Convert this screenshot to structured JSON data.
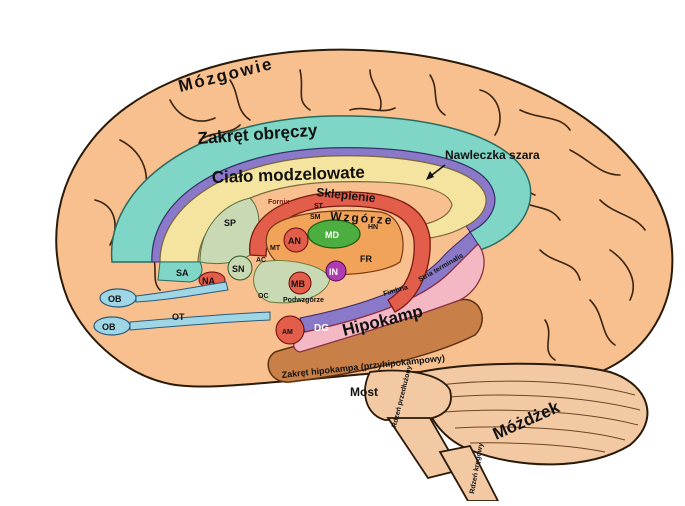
{
  "colors": {
    "cortex": "#f7c08e",
    "cingulate": "#7fd6c6",
    "corpus_callosum": "#f5e3a0",
    "indusium": "#8a78c9",
    "fornix": "#e25d4a",
    "thalamus": "#f2a35a",
    "md_nucleus": "#4cae3f",
    "hippocampus": "#f3b8c4",
    "parahippocampal": "#c98048",
    "cerebellum": "#f2c9a2",
    "olfactory": "#9fd6e6",
    "septum": "#c9d9b3"
  },
  "labels": {
    "brain": "Mózgowie",
    "cingulate_gyrus": "Zakręt obręczy",
    "indusium_griseum": "Nawleczka szara",
    "corpus_callosum": "Ciało modzelowate",
    "fornix": "Sklepienie",
    "fornix_latin": "Fornix",
    "thalamus": "Wzgórze",
    "hippocampus": "Hipokamp",
    "parahippocampal_gyrus": "Zakręt hipokampa (przyhipokampowy)",
    "pons": "Most",
    "medulla": "Rdzeń przedłużony",
    "spinal_cord": "Rdzeń kręgowy",
    "cerebellum": "Móżdżek",
    "hypothalamus": "Podwzgórze",
    "fimbria": "Fimbria",
    "stria_terminalis": "Stria terminalis",
    "abbr": {
      "sp": "SP",
      "sa": "SA",
      "sn": "SN",
      "na": "NA",
      "ob_upper": "OB",
      "ob_lower": "OB",
      "ot": "OT",
      "an": "AN",
      "md": "MD",
      "mb": "MB",
      "in": "IN",
      "fr": "FR",
      "dg": "DG",
      "st": "ST",
      "sm": "SM",
      "hn": "HN",
      "ac": "AC",
      "oc": "OC",
      "mt": "MT",
      "am": "AM"
    }
  }
}
